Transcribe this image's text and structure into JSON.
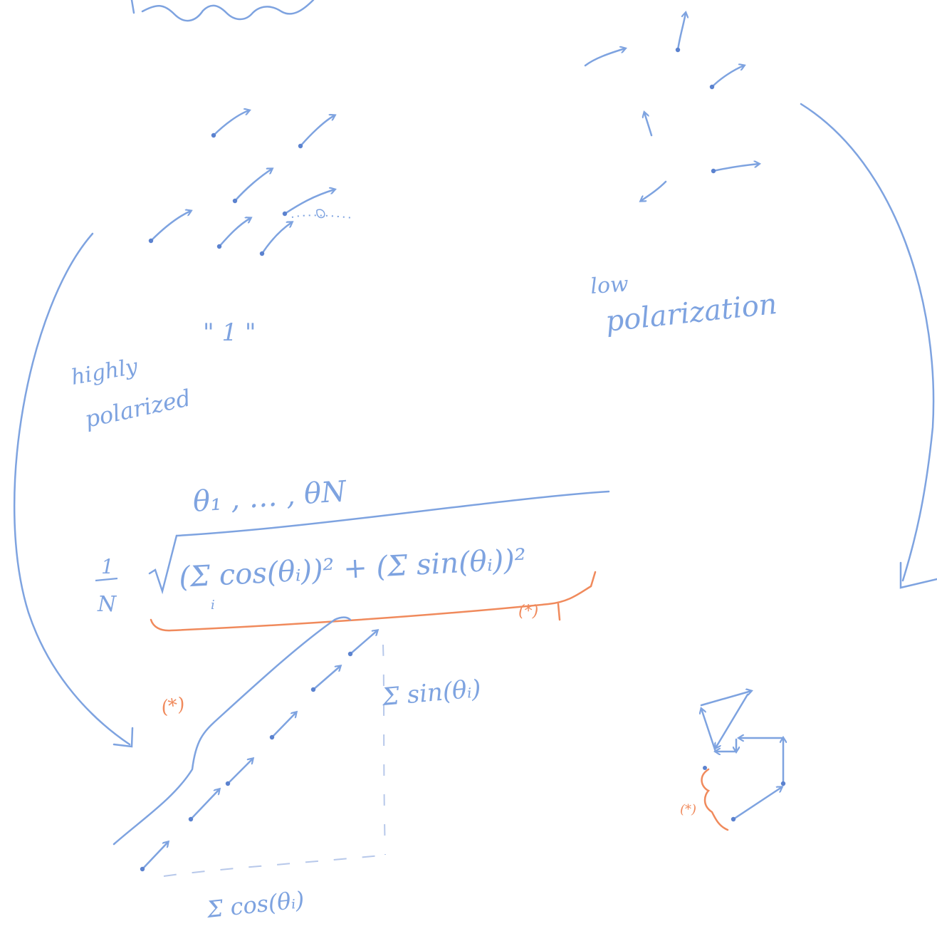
{
  "labels": {
    "highly_line1": "highly",
    "highly_line2": "polarized",
    "low_line1": "low",
    "low_line2": "polarization",
    "one_quoted": "\" 1 \"",
    "theta_list": "θ₁ , … , θN",
    "frac_num": "1",
    "frac_den": "N",
    "formula_body": "(Σ cos(θᵢ))² + (Σ sin(θᵢ))²",
    "sum_index": "i",
    "star_marker": "(*)",
    "sin_sum": "Σ sin(θᵢ)",
    "cos_sum": "Σ cos(θᵢ)"
  },
  "colors": {
    "ink_blue": "#7ea3e0",
    "ink_blue_dark": "#5b82cf",
    "ink_orange": "#f08a5c"
  }
}
